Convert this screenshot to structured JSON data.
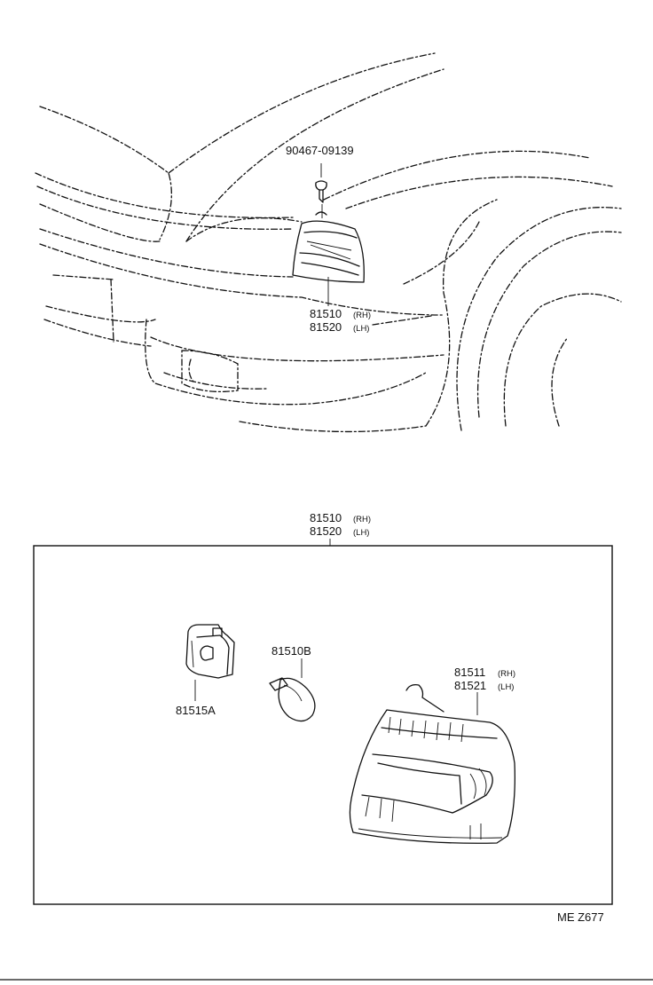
{
  "callouts": {
    "screw_part": "90467-09139",
    "assy_top_rh_num": "81510",
    "assy_top_rh_tag": "(RH)",
    "assy_top_lh_num": "81520",
    "assy_top_lh_tag": "(LH)",
    "assy_box_rh_num": "81510",
    "assy_box_rh_tag": "(RH)",
    "assy_box_lh_num": "81520",
    "assy_box_lh_tag": "(LH)",
    "socket": "81515A",
    "bulb": "81510B",
    "lens_rh_num": "81511",
    "lens_rh_tag": "(RH)",
    "lens_lh_num": "81521",
    "lens_lh_tag": "(LH)"
  },
  "footer": {
    "code": "ME  Z677"
  }
}
